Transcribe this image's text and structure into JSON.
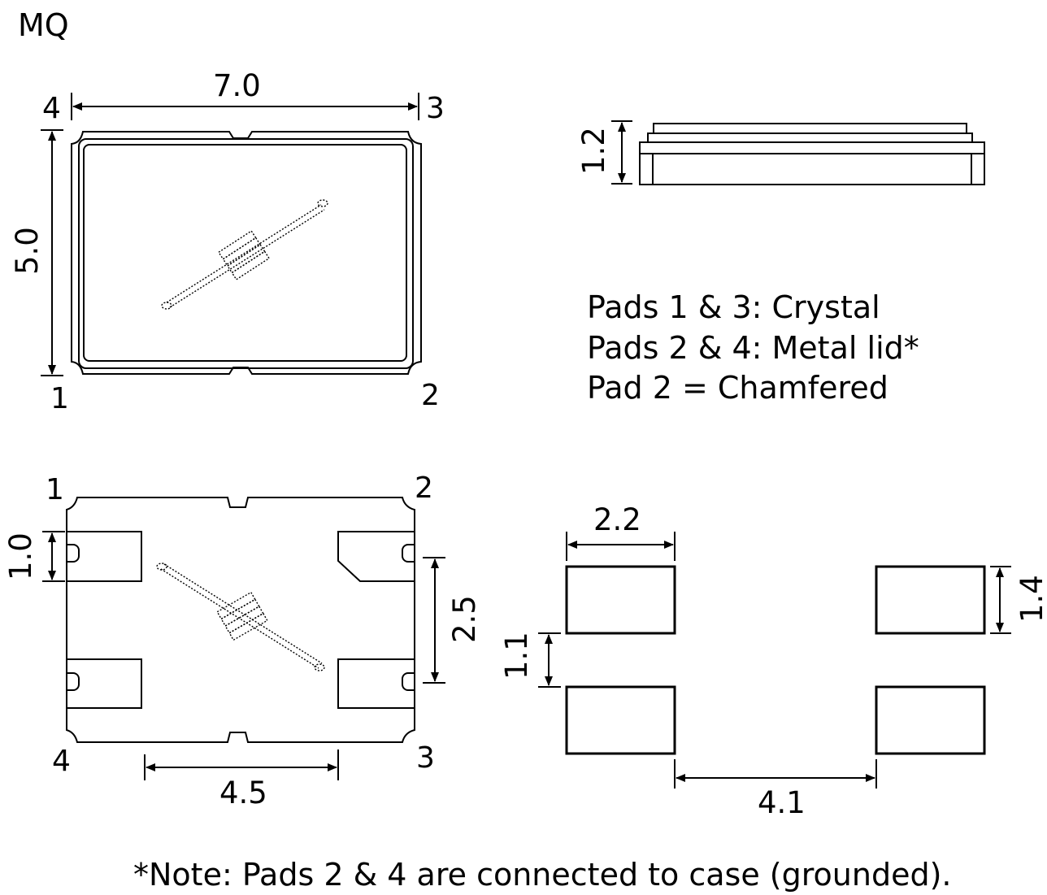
{
  "title": "MQ",
  "top_view": {
    "width": "7.0",
    "height": "5.0",
    "pins": [
      "1",
      "2",
      "3",
      "4"
    ]
  },
  "side_view": {
    "height": "1.2"
  },
  "notes": [
    "Pads 1 & 3: Crystal",
    "Pads 2 & 4: Metal lid*",
    "Pad 2 = Chamfered"
  ],
  "bottom_view": {
    "pins": [
      "1",
      "2",
      "3",
      "4"
    ],
    "pad_height": "1.0",
    "pad_pitch_y": "2.5",
    "pad_pitch_x": "4.5"
  },
  "footprint": {
    "pad_width": "2.2",
    "pad_height": "1.4",
    "pad_gap_y": "1.1",
    "pad_gap_x": "4.1"
  },
  "footnote": "*Note: Pads 2 & 4 are connected to case (grounded)."
}
